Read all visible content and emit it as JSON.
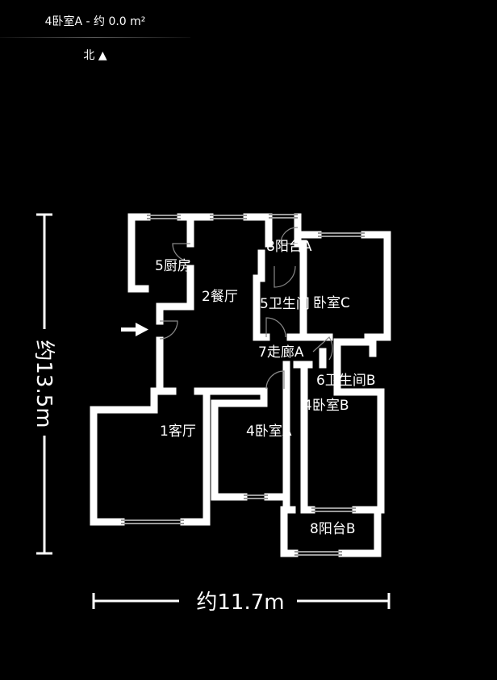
{
  "header": {
    "title": "4卧室A - 约 0.0 m²",
    "north": "北 ▲"
  },
  "dimensions": {
    "height": "约13.5m",
    "width": "约11.7m"
  },
  "rooms": {
    "kitchen": "5厨房",
    "dining": "2餐厅",
    "balcony_a": "8阳台A",
    "bath_a": "5卫生间",
    "bedroom_c": "卧室C",
    "corridor_a": "7走廊A",
    "bath_b": "6卫生间B",
    "bedroom_b": "4卧室B",
    "living": "1客厅",
    "bedroom_a": "4卧室A",
    "balcony_b": "8阳台B"
  },
  "icons": {
    "entrance": "entrance-arrow-icon",
    "door": "door-swing-icon",
    "window": "window-icon"
  },
  "colors": {
    "background": "#000000",
    "wall": "#ffffff",
    "window": "#9a9a9a"
  }
}
